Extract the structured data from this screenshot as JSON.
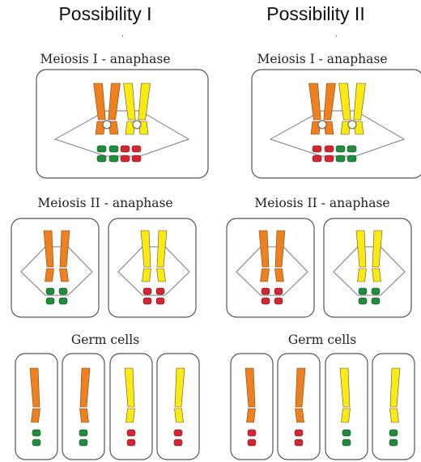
{
  "columns": [
    {
      "title": "Possibility I",
      "stages": [
        "Meiosis I - anaphase",
        "Meiosis II - anaphase",
        "Germ cells"
      ],
      "meiosis1_bottom": [
        "green",
        "green",
        "red",
        "red"
      ],
      "meiosis2_bottom": [
        "green",
        "red"
      ],
      "germ_bottom": [
        "green",
        "green",
        "red",
        "red"
      ]
    },
    {
      "title": "Possibility II",
      "stages": [
        "Meiosis I - anaphase",
        "Meiosis II - anaphase",
        "Germ cells"
      ],
      "meiosis1_bottom": [
        "red",
        "red",
        "green",
        "green"
      ],
      "meiosis2_bottom": [
        "red",
        "green"
      ],
      "germ_bottom": [
        "red",
        "red",
        "green",
        "green"
      ]
    }
  ],
  "colors": {
    "orange": "#F07F1E",
    "yellow": "#F8EA12",
    "green": "#1B8F3A",
    "red": "#D9232E",
    "stroke": "#7a7a7a",
    "box": "#555555"
  }
}
